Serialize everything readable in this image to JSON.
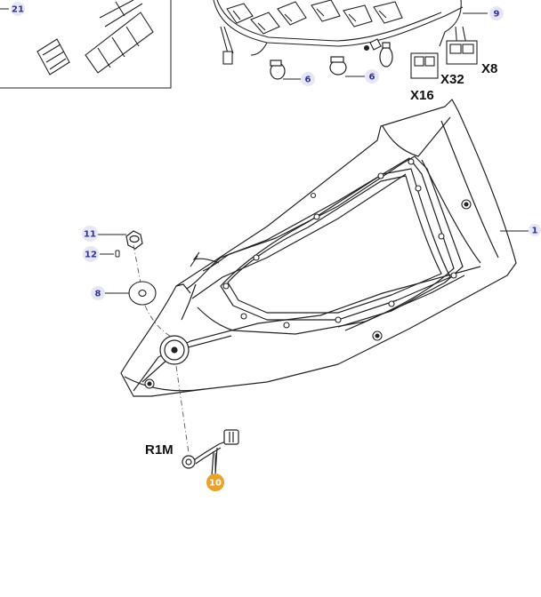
{
  "callouts": [
    {
      "id": "21",
      "label": "21"
    },
    {
      "id": "9",
      "label": "9"
    },
    {
      "id": "6a",
      "label": "6"
    },
    {
      "id": "6b",
      "label": "6"
    },
    {
      "id": "1",
      "label": "1"
    },
    {
      "id": "11",
      "label": "11"
    },
    {
      "id": "12",
      "label": "12"
    },
    {
      "id": "8",
      "label": "8"
    },
    {
      "id": "10",
      "label": "10",
      "selected": true
    }
  ],
  "connectors": {
    "x8": "X8",
    "x32": "X32",
    "x16": "X16",
    "r1m": "R1M"
  },
  "colors": {
    "badge_fill": "#e6e6f6",
    "badge_text": "#2c3494",
    "selected_fill": "#e9a32c",
    "line": "#222222"
  }
}
